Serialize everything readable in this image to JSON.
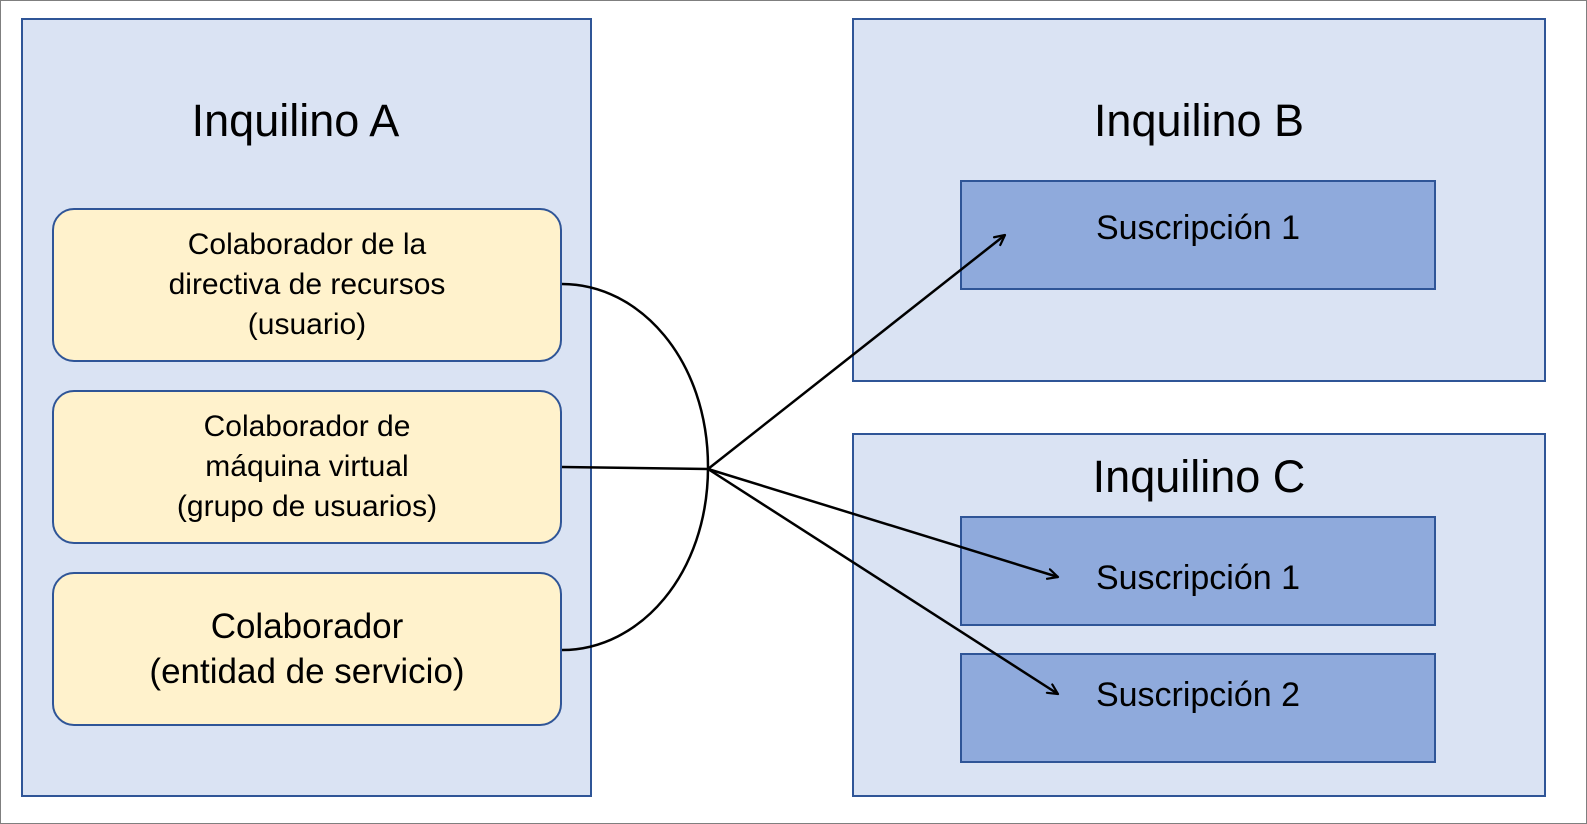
{
  "tenants": {
    "a": {
      "title": "Inquilino A",
      "roles": [
        "Colaborador de la\ndirectiva de recursos\n(usuario)",
        "Colaborador de\nmáquina virtual\n(grupo de usuarios)",
        "Colaborador\n(entidad de servicio)"
      ]
    },
    "b": {
      "title": "Inquilino B",
      "subscriptions": [
        "Suscripción 1"
      ]
    },
    "c": {
      "title": "Inquilino C",
      "subscriptions": [
        "Suscripción 1",
        "Suscripción 2"
      ]
    }
  },
  "colors": {
    "tenant_fill": "#dae3f3",
    "tenant_border": "#2f5597",
    "role_fill": "#fff2cc",
    "subscription_fill": "#8faadc",
    "connector": "#000000"
  }
}
